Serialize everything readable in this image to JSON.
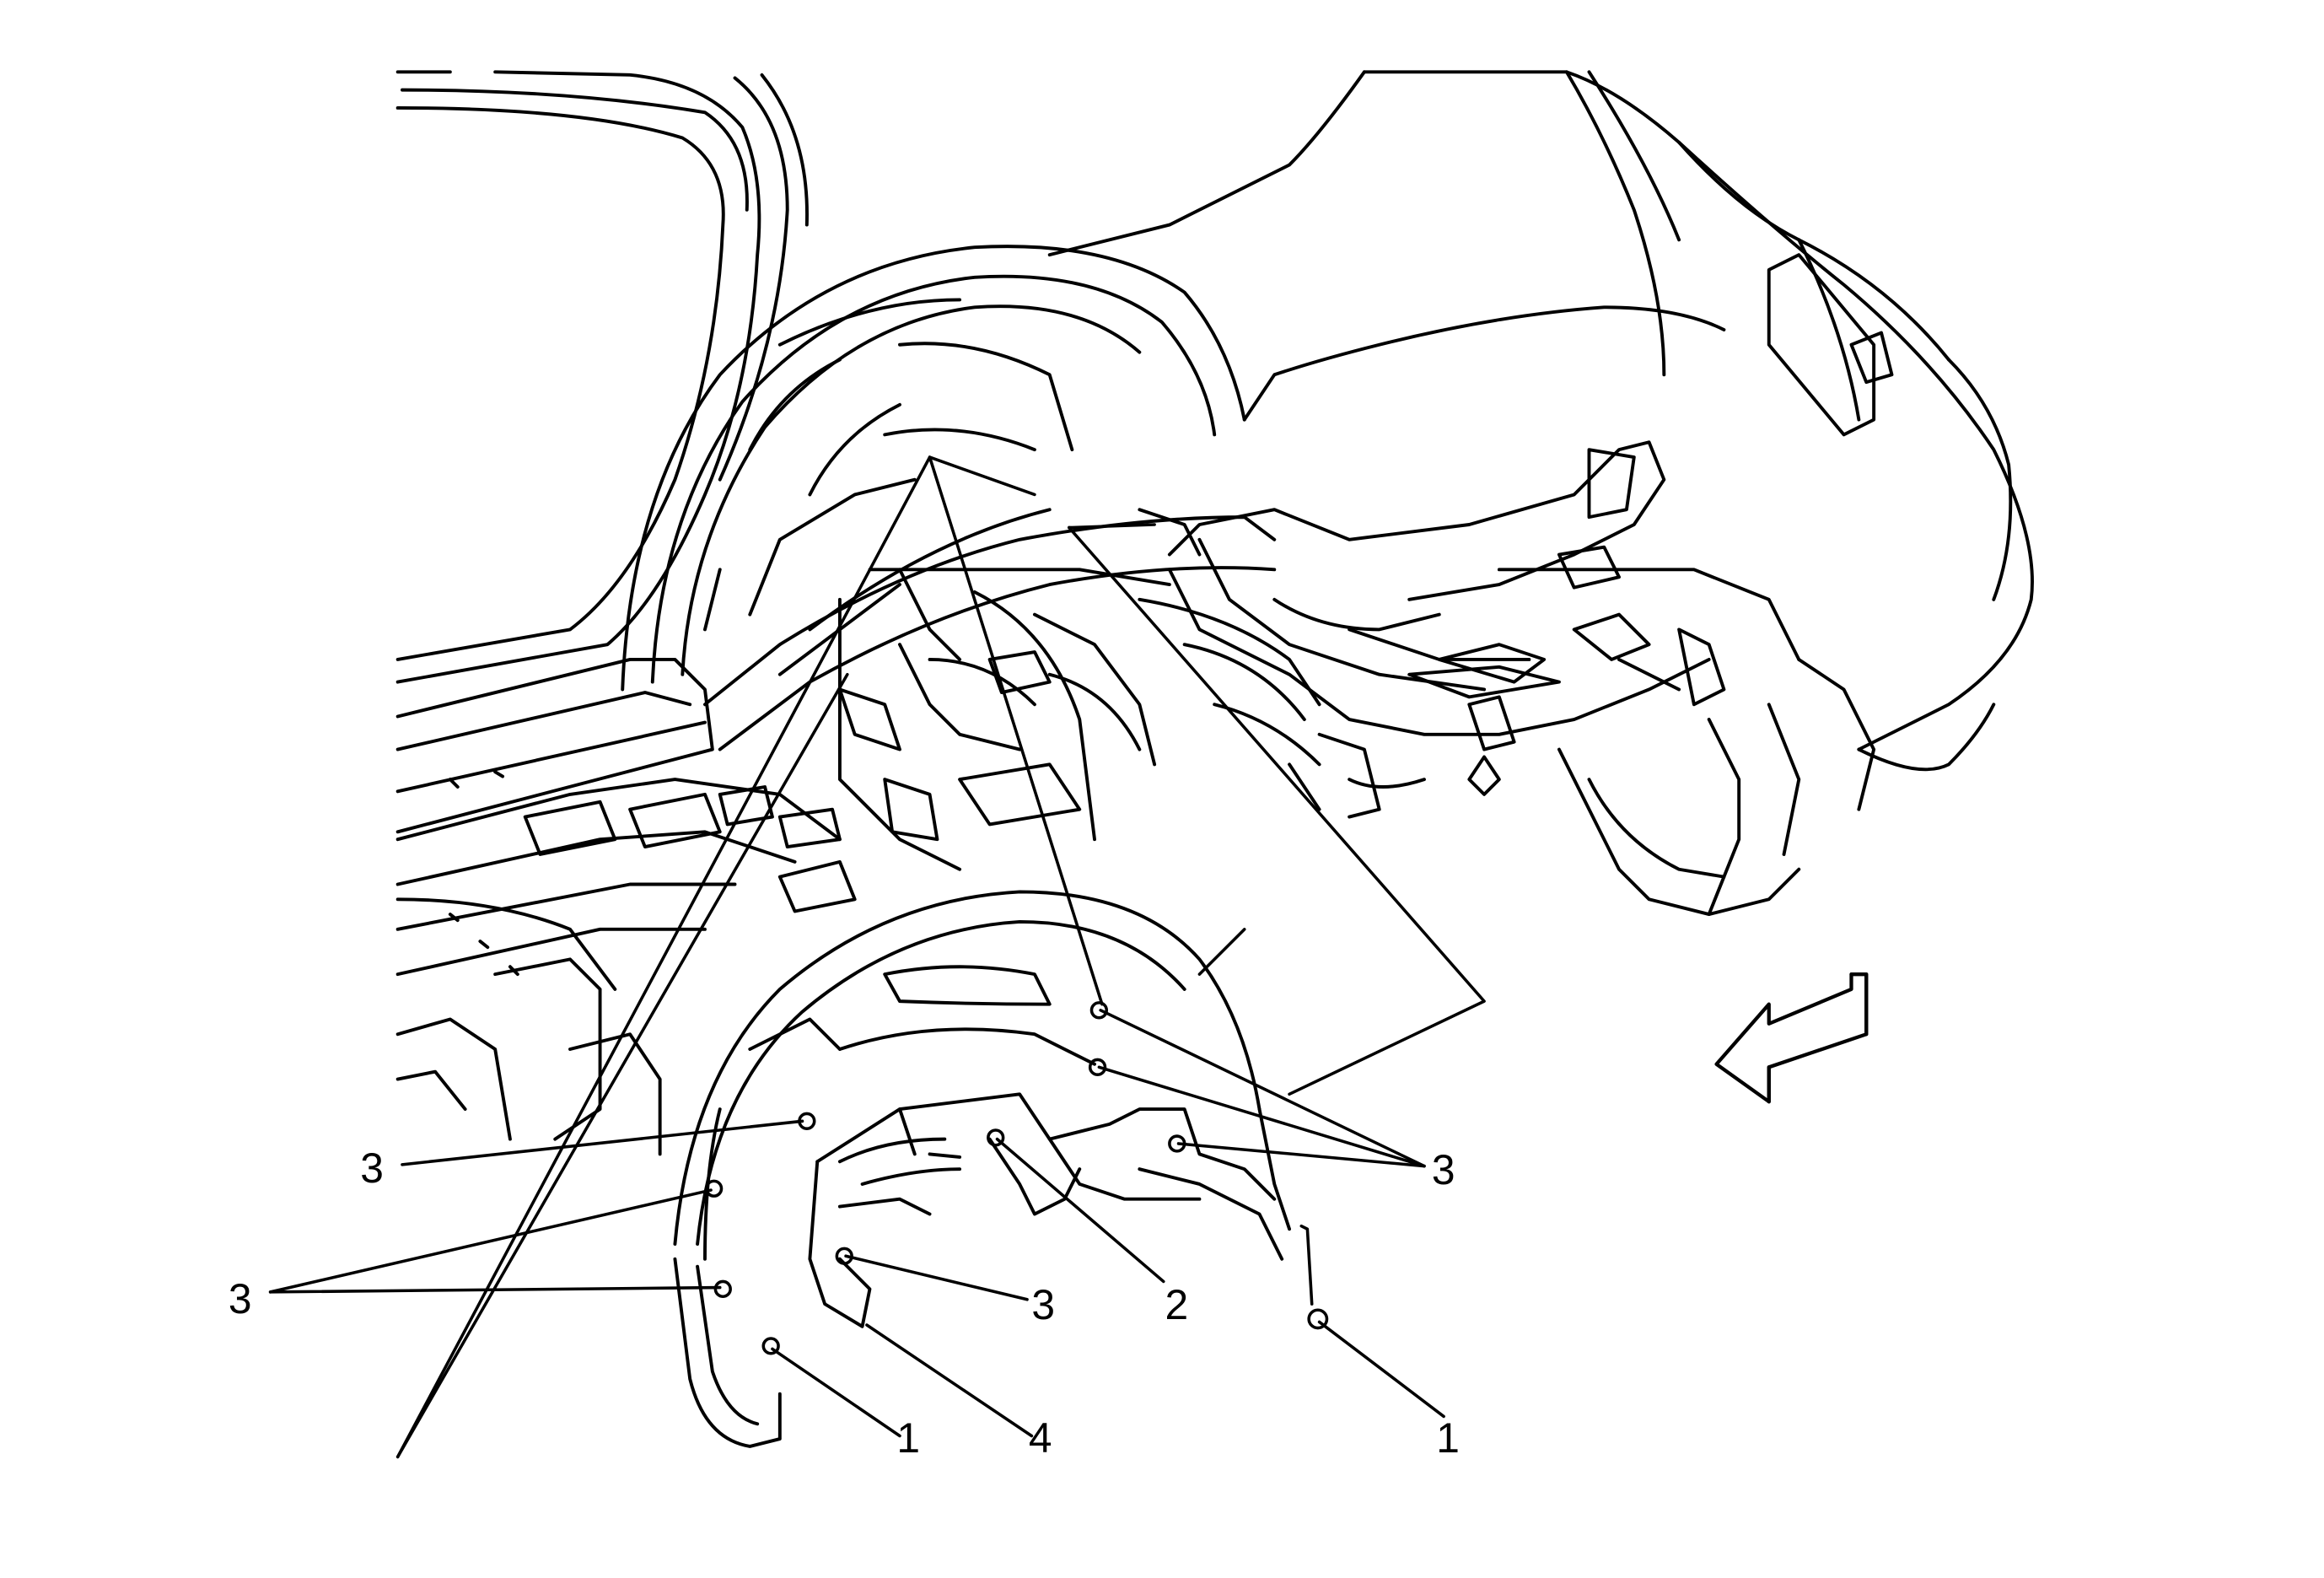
{
  "diagram": {
    "callouts": [
      {
        "id": "c1",
        "label": "3"
      },
      {
        "id": "c2",
        "label": "3"
      },
      {
        "id": "c3",
        "label": "3"
      },
      {
        "id": "c4",
        "label": "3"
      },
      {
        "id": "c5",
        "label": "2"
      },
      {
        "id": "c6",
        "label": "1"
      },
      {
        "id": "c7",
        "label": "4"
      },
      {
        "id": "c8",
        "label": "1"
      }
    ],
    "direction_indicator": "arrow-icon",
    "colors": {
      "line": "#000000",
      "background": "#ffffff"
    }
  }
}
